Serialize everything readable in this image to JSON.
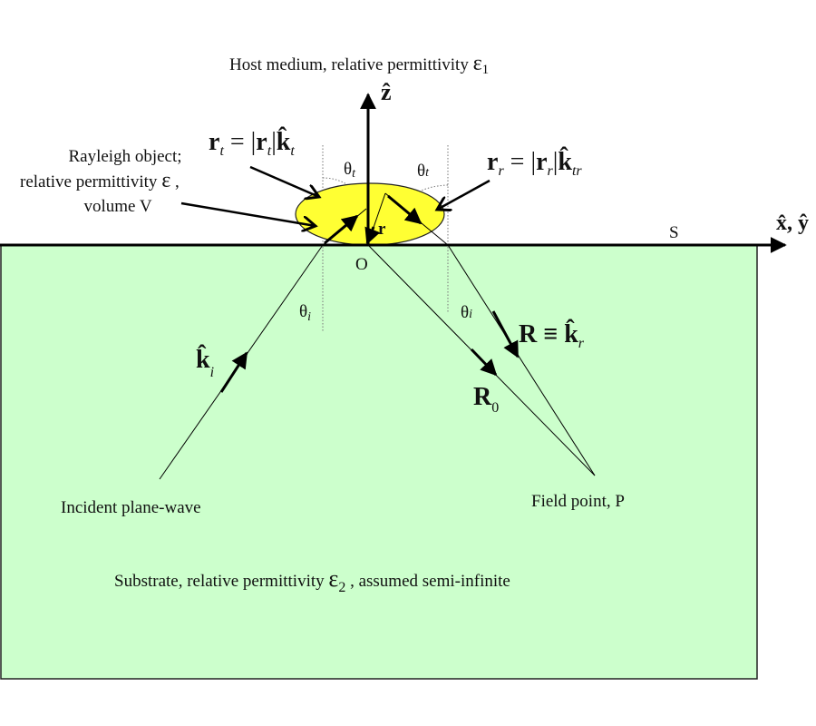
{
  "colors": {
    "substrate_fill": "#ccffcc",
    "object_fill": "#ffff33",
    "line": "#000000"
  },
  "labels": {
    "host_medium": "Host medium, relative permittivity ",
    "host_eps": "ε",
    "host_eps_sub": "1",
    "z_axis": "ẑ",
    "xy_axis": "x̂, ŷ",
    "surface": "S",
    "origin": "O",
    "rayleigh_line1": "Rayleigh object;",
    "rayleigh_line2": "relative permittivity ",
    "rayleigh_eps": "ε",
    "rayleigh_comma": " ,",
    "rayleigh_line3": "volume V",
    "rt_r": "r",
    "rt_sub": "t",
    "rt_eq": " = |",
    "rt_r2": "r",
    "rt_sub2": "t",
    "rt_bar": "|",
    "rt_k": "k̂",
    "rt_ksub": "t",
    "rr_r": "r",
    "rr_sub": "r",
    "rr_eq": " = |",
    "rr_r2": "r",
    "rr_sub2": "r",
    "rr_bar": "|",
    "rr_k": "k̂",
    "rr_ksub": "tr",
    "theta": "θ",
    "theta_t_sub": "t",
    "theta_i_sub": "i",
    "r_vec": "r",
    "ki_k": "k̂",
    "ki_sub": "i",
    "R_label": "R ≡ ",
    "R_k": "k̂",
    "R_ksub": "r",
    "R0": "R",
    "R0_sub": "0",
    "incident": "Incident plane-wave",
    "field_point": "Field point, P",
    "substrate_text": "Substrate, relative permittivity ",
    "substrate_eps": "ε",
    "substrate_eps_sub": "2",
    "substrate_rest": " , assumed semi-infinite"
  }
}
